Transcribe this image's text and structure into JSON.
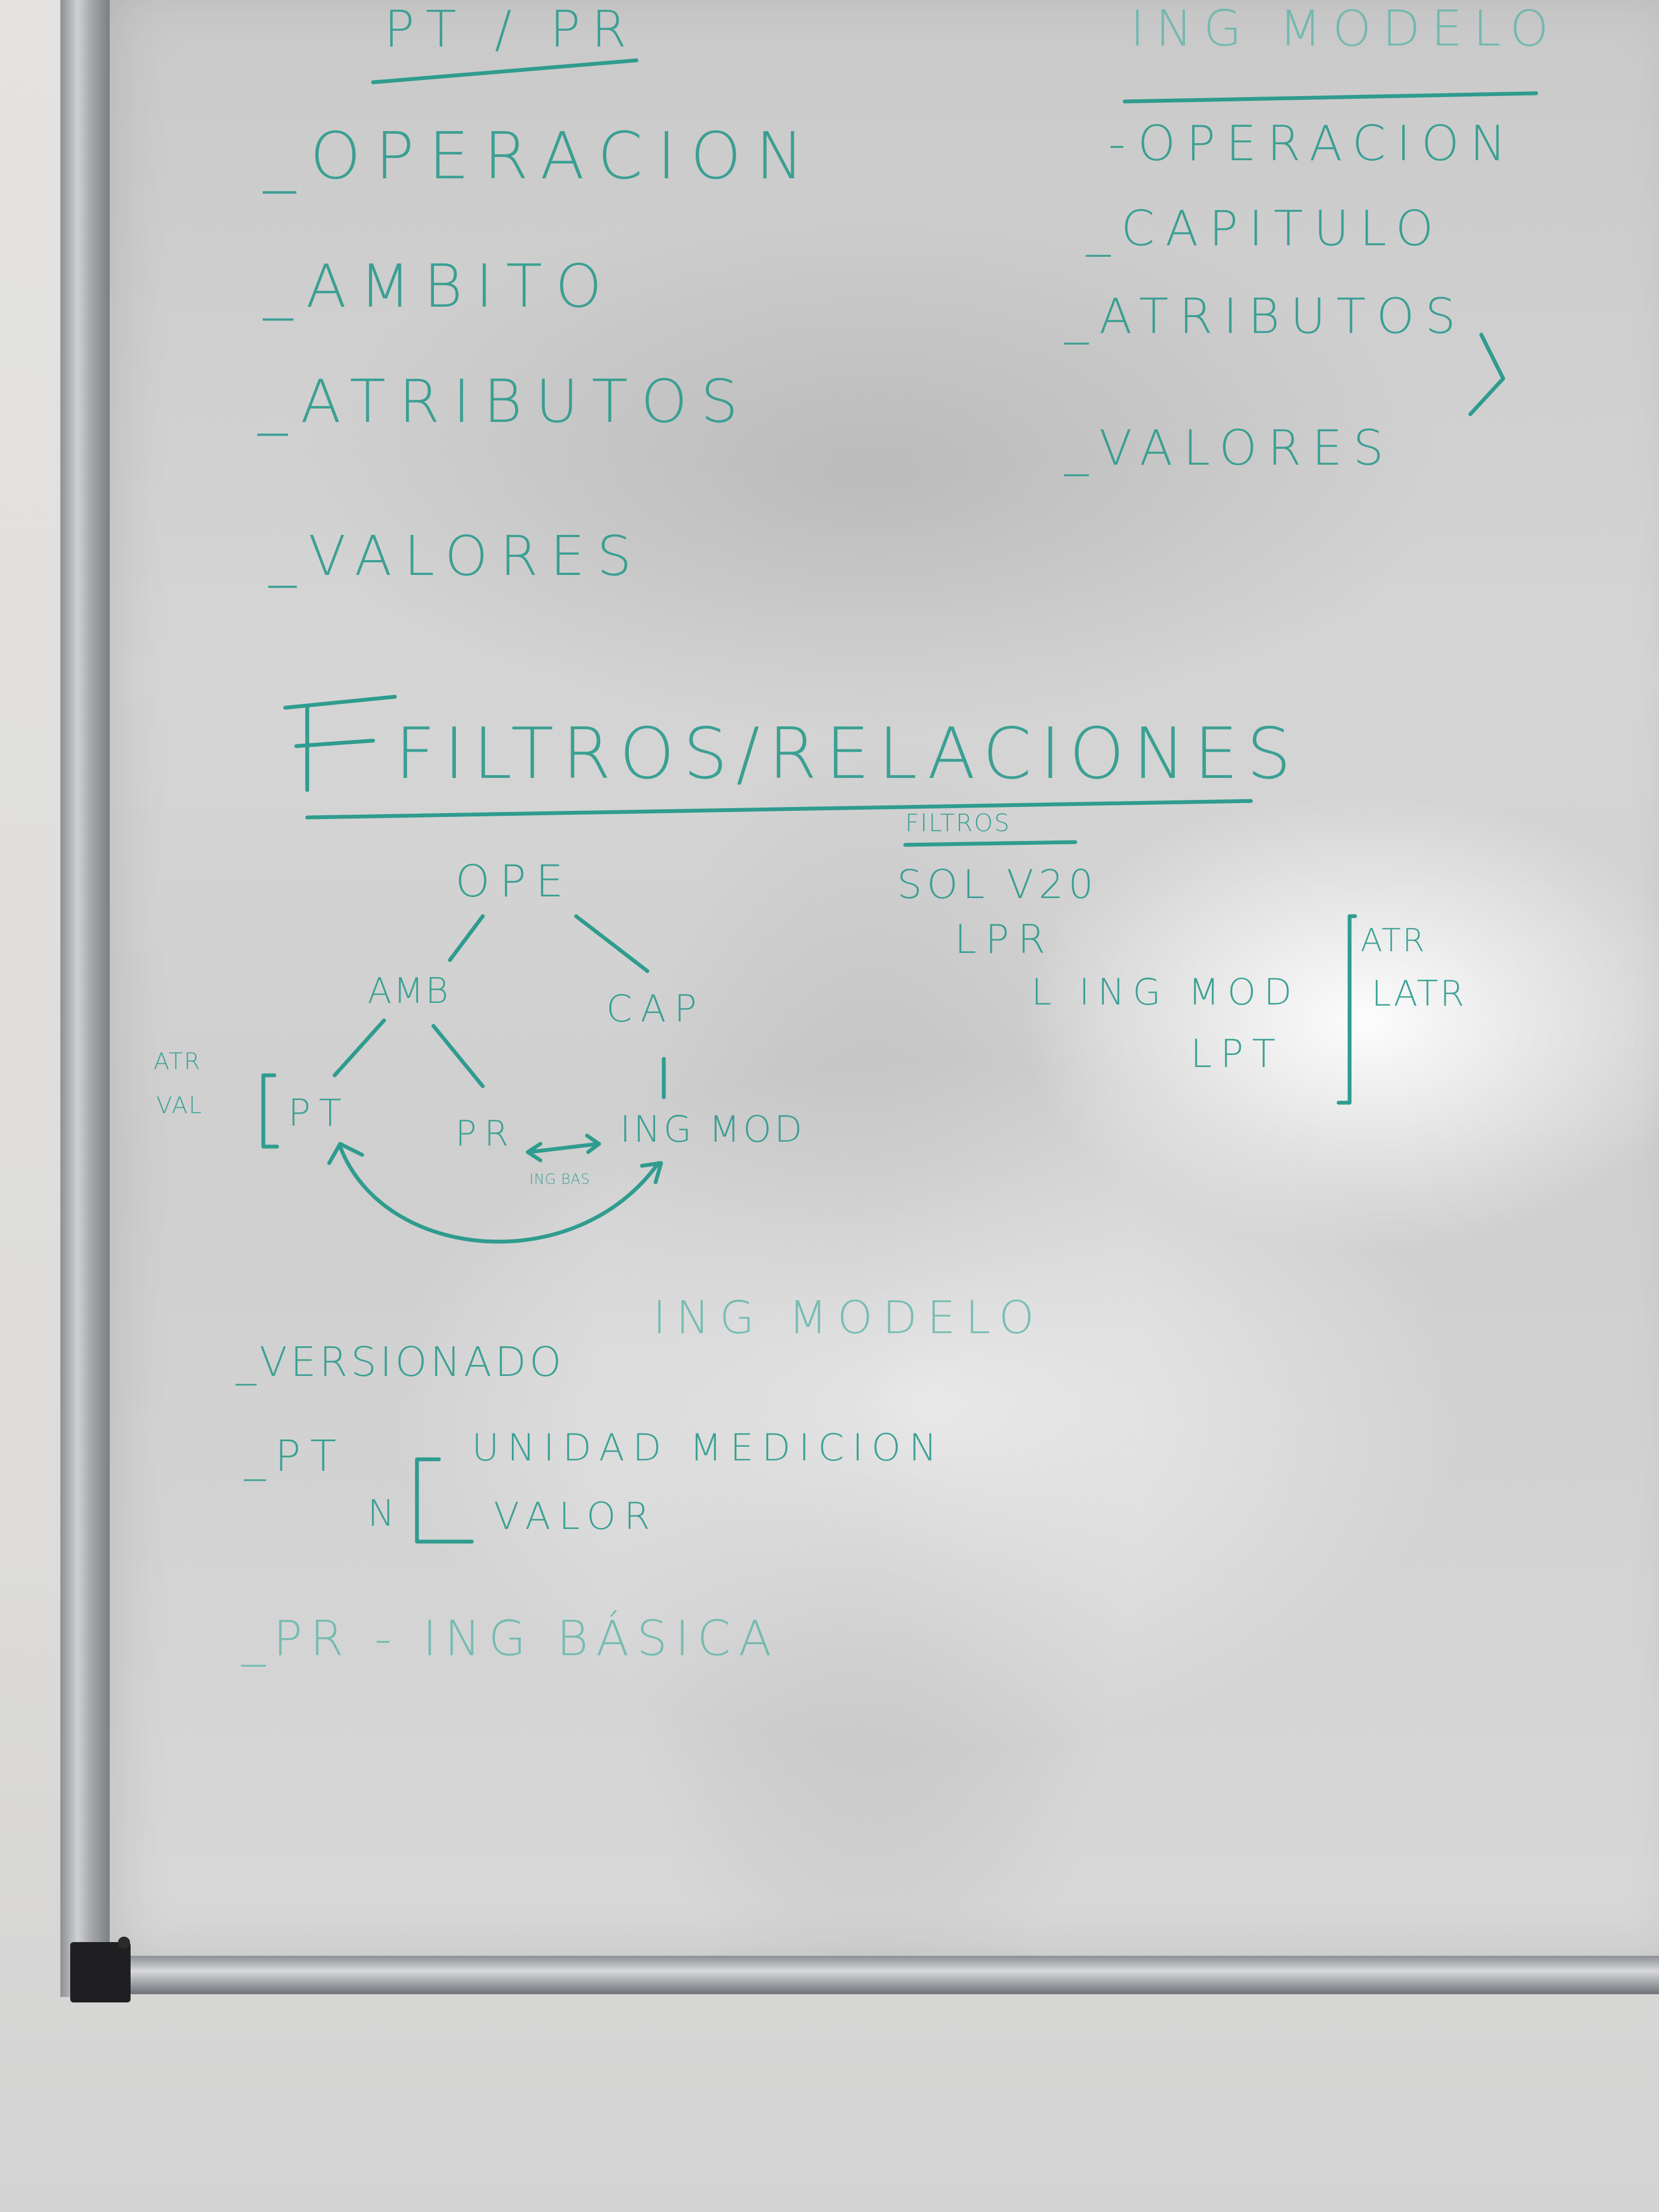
{
  "left_list": {
    "heading": "PT / PR",
    "items": [
      "_OPERACION",
      "_AMBITO",
      "_ATRIBUTOS",
      "_VALORES"
    ]
  },
  "right_list": {
    "heading": "ING MODELO",
    "items": [
      "-OPERACION",
      "_CAPITULO",
      "_ATRIBUTOS",
      "_VALORES"
    ]
  },
  "section_title": "FILTROS/RELACIONES",
  "tree": {
    "root": "OPE",
    "left_child": "AMB",
    "right_child": "CAP",
    "pt": "PT",
    "pr": "PR",
    "ing_mod": "ING MOD",
    "ing_bas": "ING BAS",
    "atr_val_label_1": "ATR",
    "atr_val_label_2": "VAL"
  },
  "filters": {
    "heading": "FILTROS",
    "line1": "SOL V20",
    "line2": "LPR",
    "line3": "L ING MOD",
    "line4": "LPT",
    "atr_1": "ATR",
    "atr_2": "LATR"
  },
  "notes": {
    "versionado": "_VERSIONADO",
    "ing_modelo": "ING MODELO",
    "pt": "_PT",
    "unidad": "UNIDAD MEDICION",
    "n": "N",
    "valor": "VALOR",
    "pr_ing": "_PR - ING BÁSICA"
  },
  "colors": {
    "marker": "#2f9c8f",
    "board": "#d0d0d0",
    "wall": "#e0dfdd"
  }
}
